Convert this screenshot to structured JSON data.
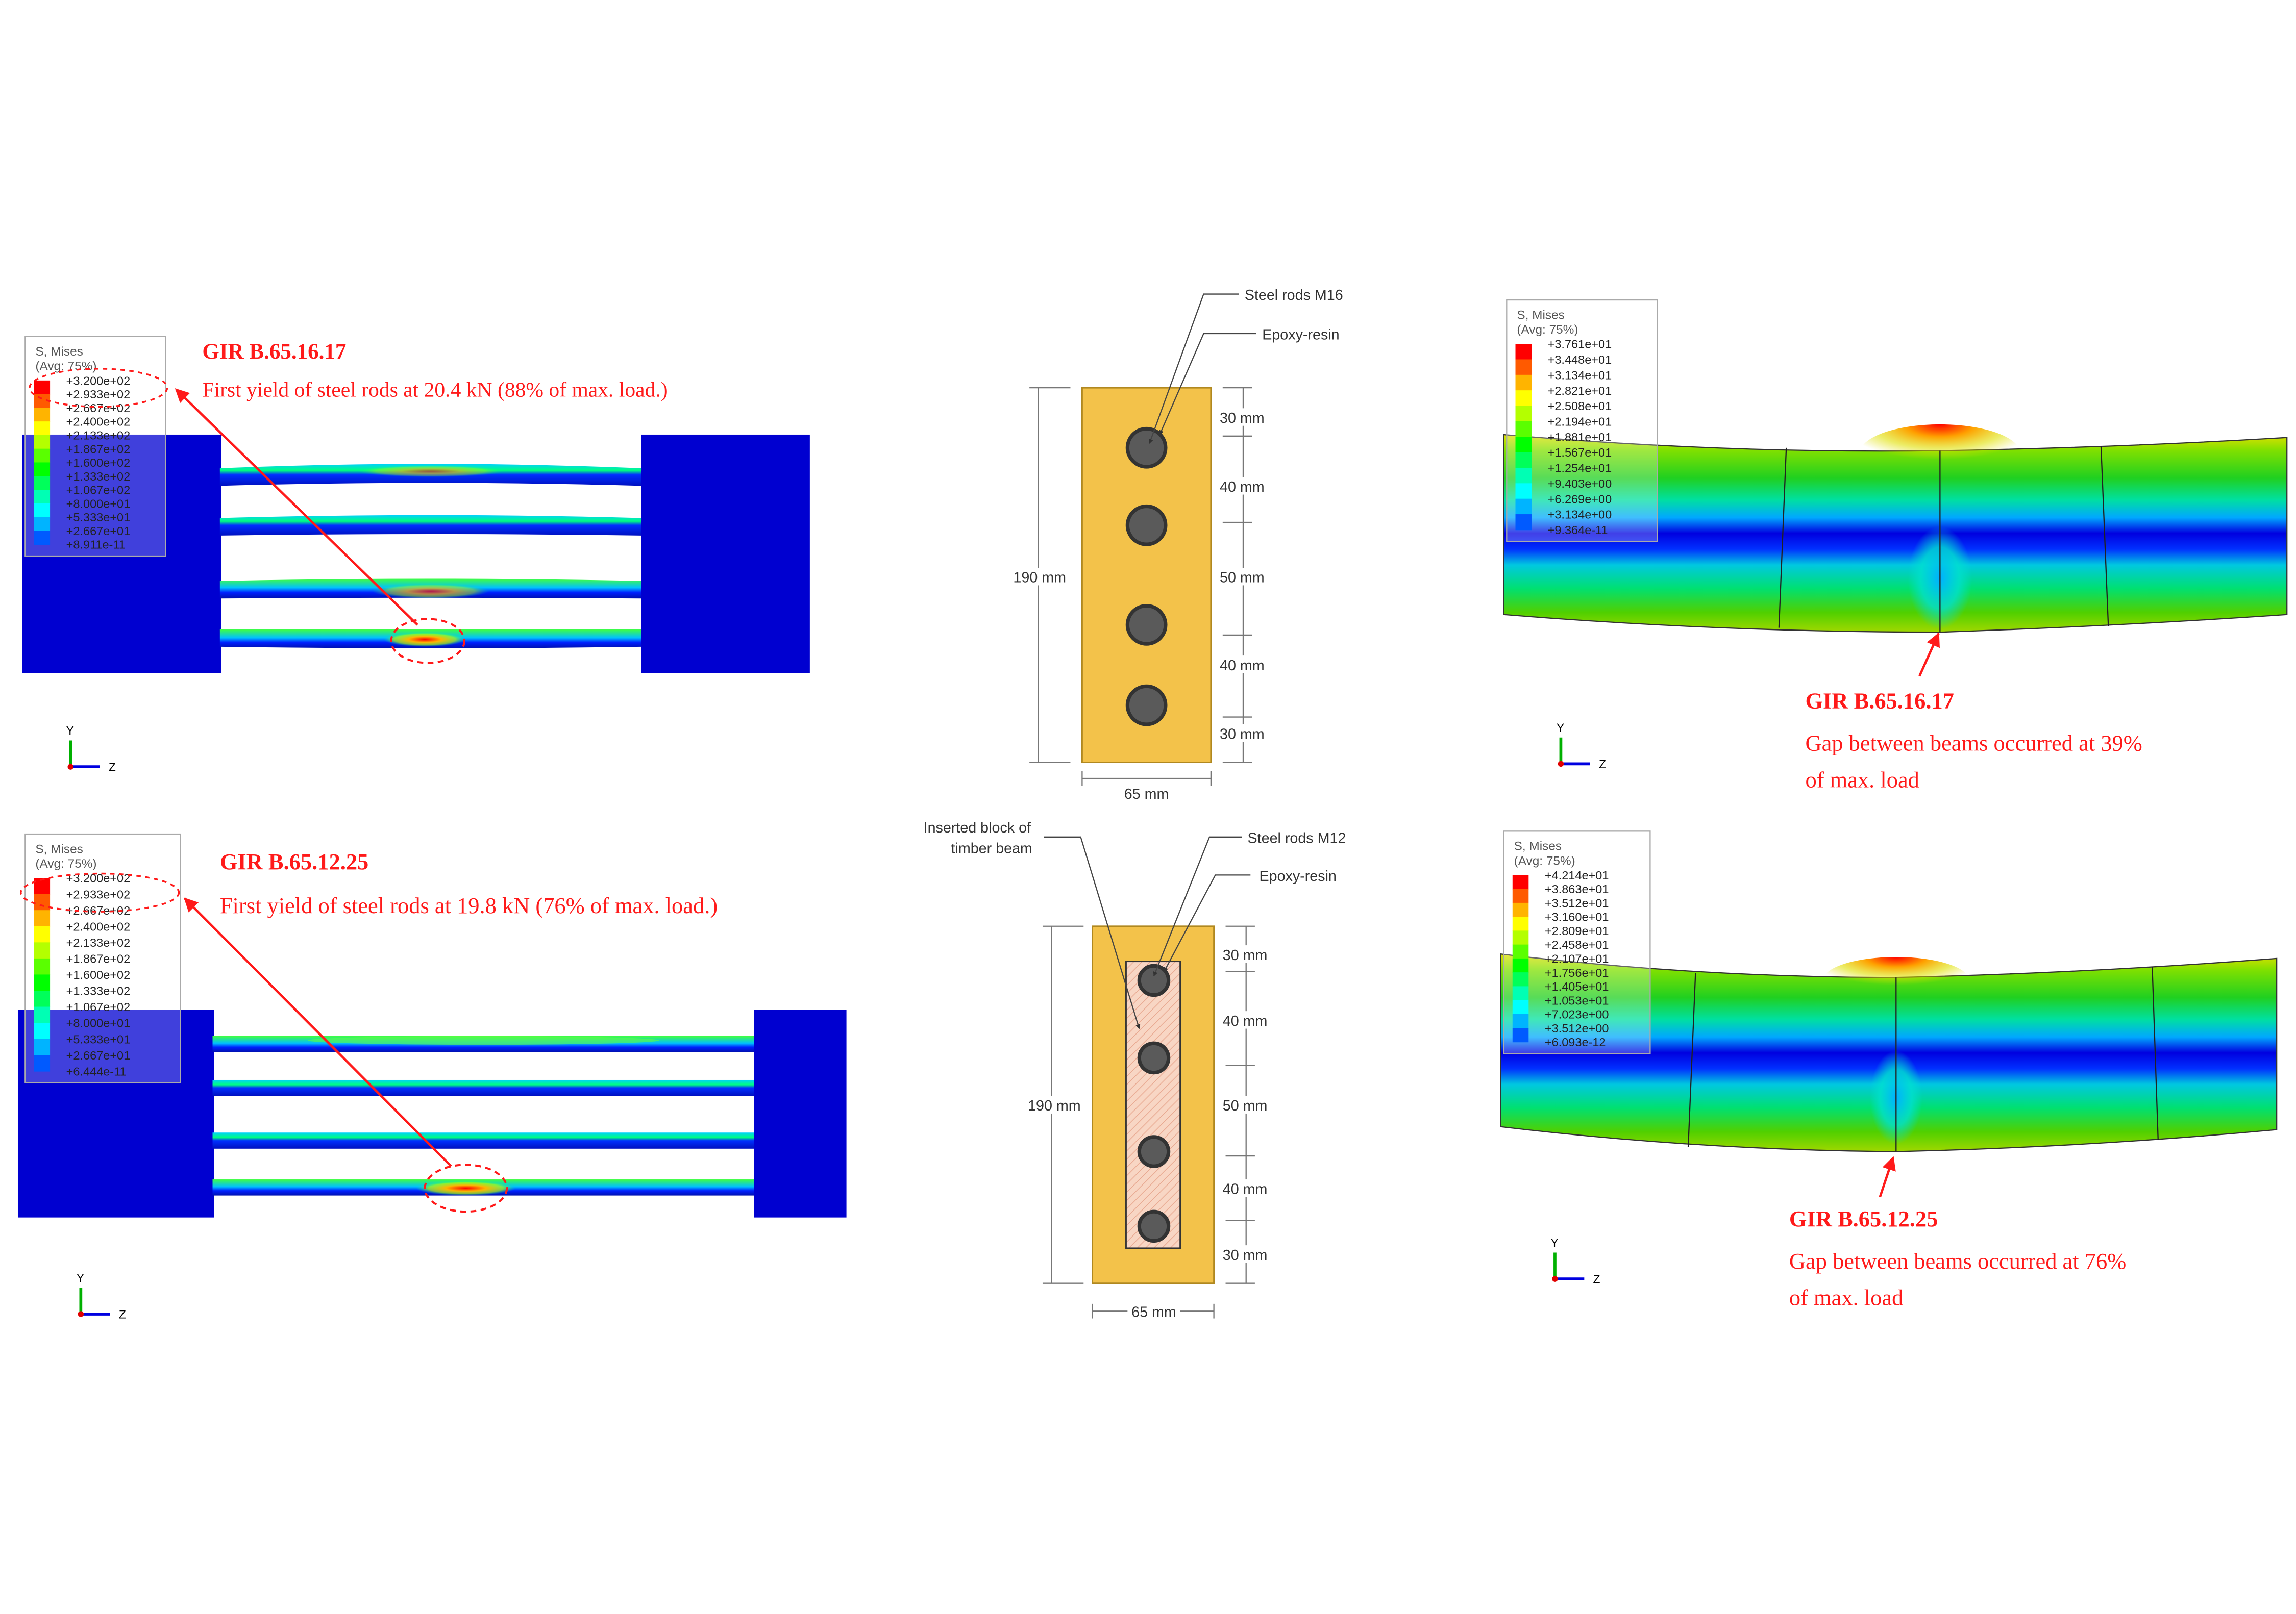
{
  "colors": {
    "annotation": "#ff1a1a",
    "timber": "#f3c24a",
    "steel_block": "#0000d0",
    "rod_hole": "#555555",
    "insert": "#f6d3c0"
  },
  "legend_band_colors": [
    "#ff0000",
    "#ff5a00",
    "#ffb400",
    "#ffff00",
    "#b4ff00",
    "#5aff00",
    "#00ff00",
    "#00ff5a",
    "#00ffb4",
    "#00ffff",
    "#00b4ff",
    "#005aff",
    "#0000ff"
  ],
  "panels": {
    "top_left": {
      "legend_title": "S, Mises",
      "legend_subtitle": "(Avg: 75%)",
      "legend_values": [
        "+3.200e+02",
        "+2.933e+02",
        "+2.667e+02",
        "+2.400e+02",
        "+2.133e+02",
        "+1.867e+02",
        "+1.600e+02",
        "+1.333e+02",
        "+1.067e+02",
        "+8.000e+01",
        "+5.333e+01",
        "+2.667e+01",
        "+8.911e-11"
      ],
      "title": "GIR B.65.16.17",
      "caption": "First yield of steel rods at 20.4 kN (88% of max. load.)",
      "axis_y": "Y",
      "axis_z": "Z"
    },
    "bottom_left": {
      "legend_title": "S, Mises",
      "legend_subtitle": "(Avg: 75%)",
      "legend_values": [
        "+3.200e+02",
        "+2.933e+02",
        "+2.667e+02",
        "+2.400e+02",
        "+2.133e+02",
        "+1.867e+02",
        "+1.600e+02",
        "+1.333e+02",
        "+1.067e+02",
        "+8.000e+01",
        "+5.333e+01",
        "+2.667e+01",
        "+6.444e-11"
      ],
      "title": "GIR B.65.12.25",
      "caption": "First yield of steel rods at 19.8 kN (76% of max. load.)",
      "axis_y": "Y",
      "axis_z": "Z"
    },
    "top_middle": {
      "label_rods": "Steel rods M16",
      "label_epoxy": "Epoxy-resin",
      "height": "190 mm",
      "width": "65 mm",
      "spacings": [
        "30 mm",
        "40 mm",
        "50 mm",
        "40 mm",
        "30 mm"
      ]
    },
    "bottom_middle": {
      "label_insert_1": "Inserted block of",
      "label_insert_2": "timber beam",
      "label_rods": "Steel rods M12",
      "label_epoxy": "Epoxy-resin",
      "height": "190 mm",
      "width": "65 mm",
      "spacings": [
        "30 mm",
        "40 mm",
        "50 mm",
        "40 mm",
        "30 mm"
      ]
    },
    "top_right": {
      "legend_title": "S, Mises",
      "legend_subtitle": "(Avg: 75%)",
      "legend_values": [
        "+3.761e+01",
        "+3.448e+01",
        "+3.134e+01",
        "+2.821e+01",
        "+2.508e+01",
        "+2.194e+01",
        "+1.881e+01",
        "+1.567e+01",
        "+1.254e+01",
        "+9.403e+00",
        "+6.269e+00",
        "+3.134e+00",
        "+9.364e-11"
      ],
      "title": "GIR B.65.16.17",
      "caption_1": "Gap between beams occurred at 39%",
      "caption_2": "of max. load",
      "axis_y": "Y",
      "axis_z": "Z"
    },
    "bottom_right": {
      "legend_title": "S, Mises",
      "legend_subtitle": "(Avg: 75%)",
      "legend_values": [
        "+4.214e+01",
        "+3.863e+01",
        "+3.512e+01",
        "+3.160e+01",
        "+2.809e+01",
        "+2.458e+01",
        "+2.107e+01",
        "+1.756e+01",
        "+1.405e+01",
        "+1.053e+01",
        "+7.023e+00",
        "+3.512e+00",
        "+6.093e-12"
      ],
      "title": "GIR B.65.12.25",
      "caption_1": "Gap between beams occurred at 76%",
      "caption_2": "of max. load",
      "axis_y": "Y",
      "axis_z": "Z"
    }
  }
}
